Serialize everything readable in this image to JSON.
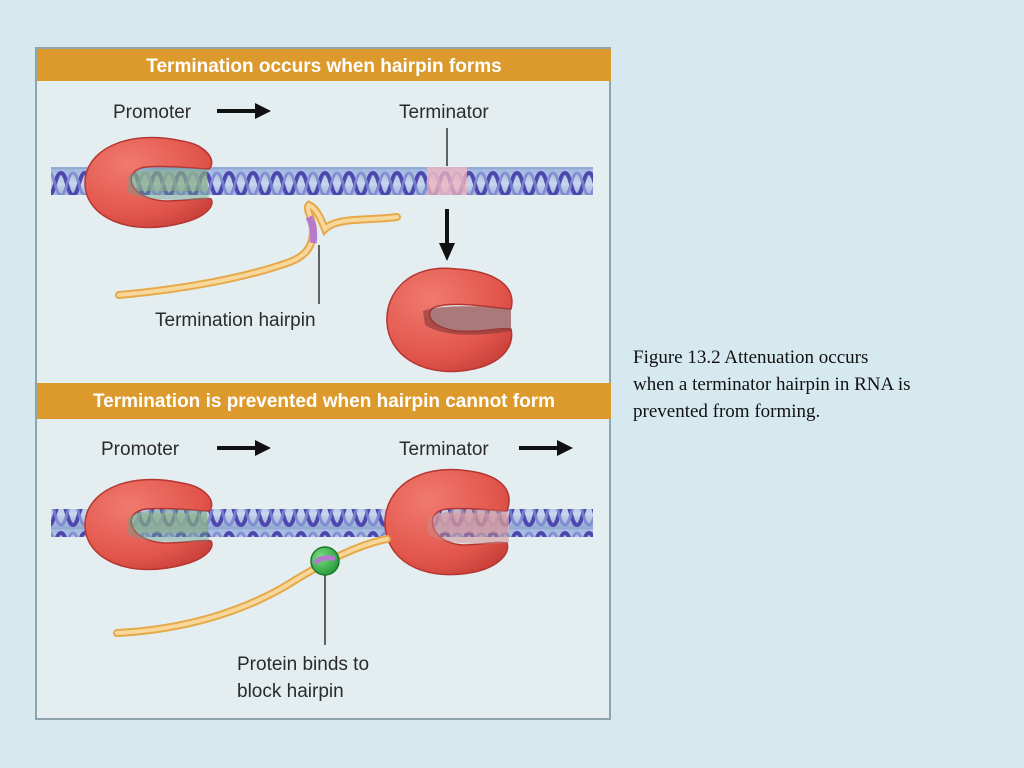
{
  "colors": {
    "slide_background": "#d5e9ee",
    "banner": "#dc9a2c",
    "polymerase": "#e6574e",
    "dna_strand": "#5f58b8",
    "rna": "#f3c77d",
    "protein": "#35b34a"
  },
  "figure": {
    "top_banner": "Termination occurs when hairpin forms",
    "bottom_banner": "Termination is prevented when hairpin cannot form",
    "top_panel": {
      "promoter_label": "Promoter",
      "terminator_label": "Terminator",
      "hairpin_label": "Termination hairpin"
    },
    "bottom_panel": {
      "promoter_label": "Promoter",
      "terminator_label": "Terminator",
      "protein_label_line1": "Protein binds to",
      "protein_label_line2": "block hairpin"
    }
  },
  "caption": {
    "line1": "Figure 13.2  Attenuation occurs",
    "line2": "when a terminator hairpin in RNA is",
    "line3": "prevented from forming."
  }
}
